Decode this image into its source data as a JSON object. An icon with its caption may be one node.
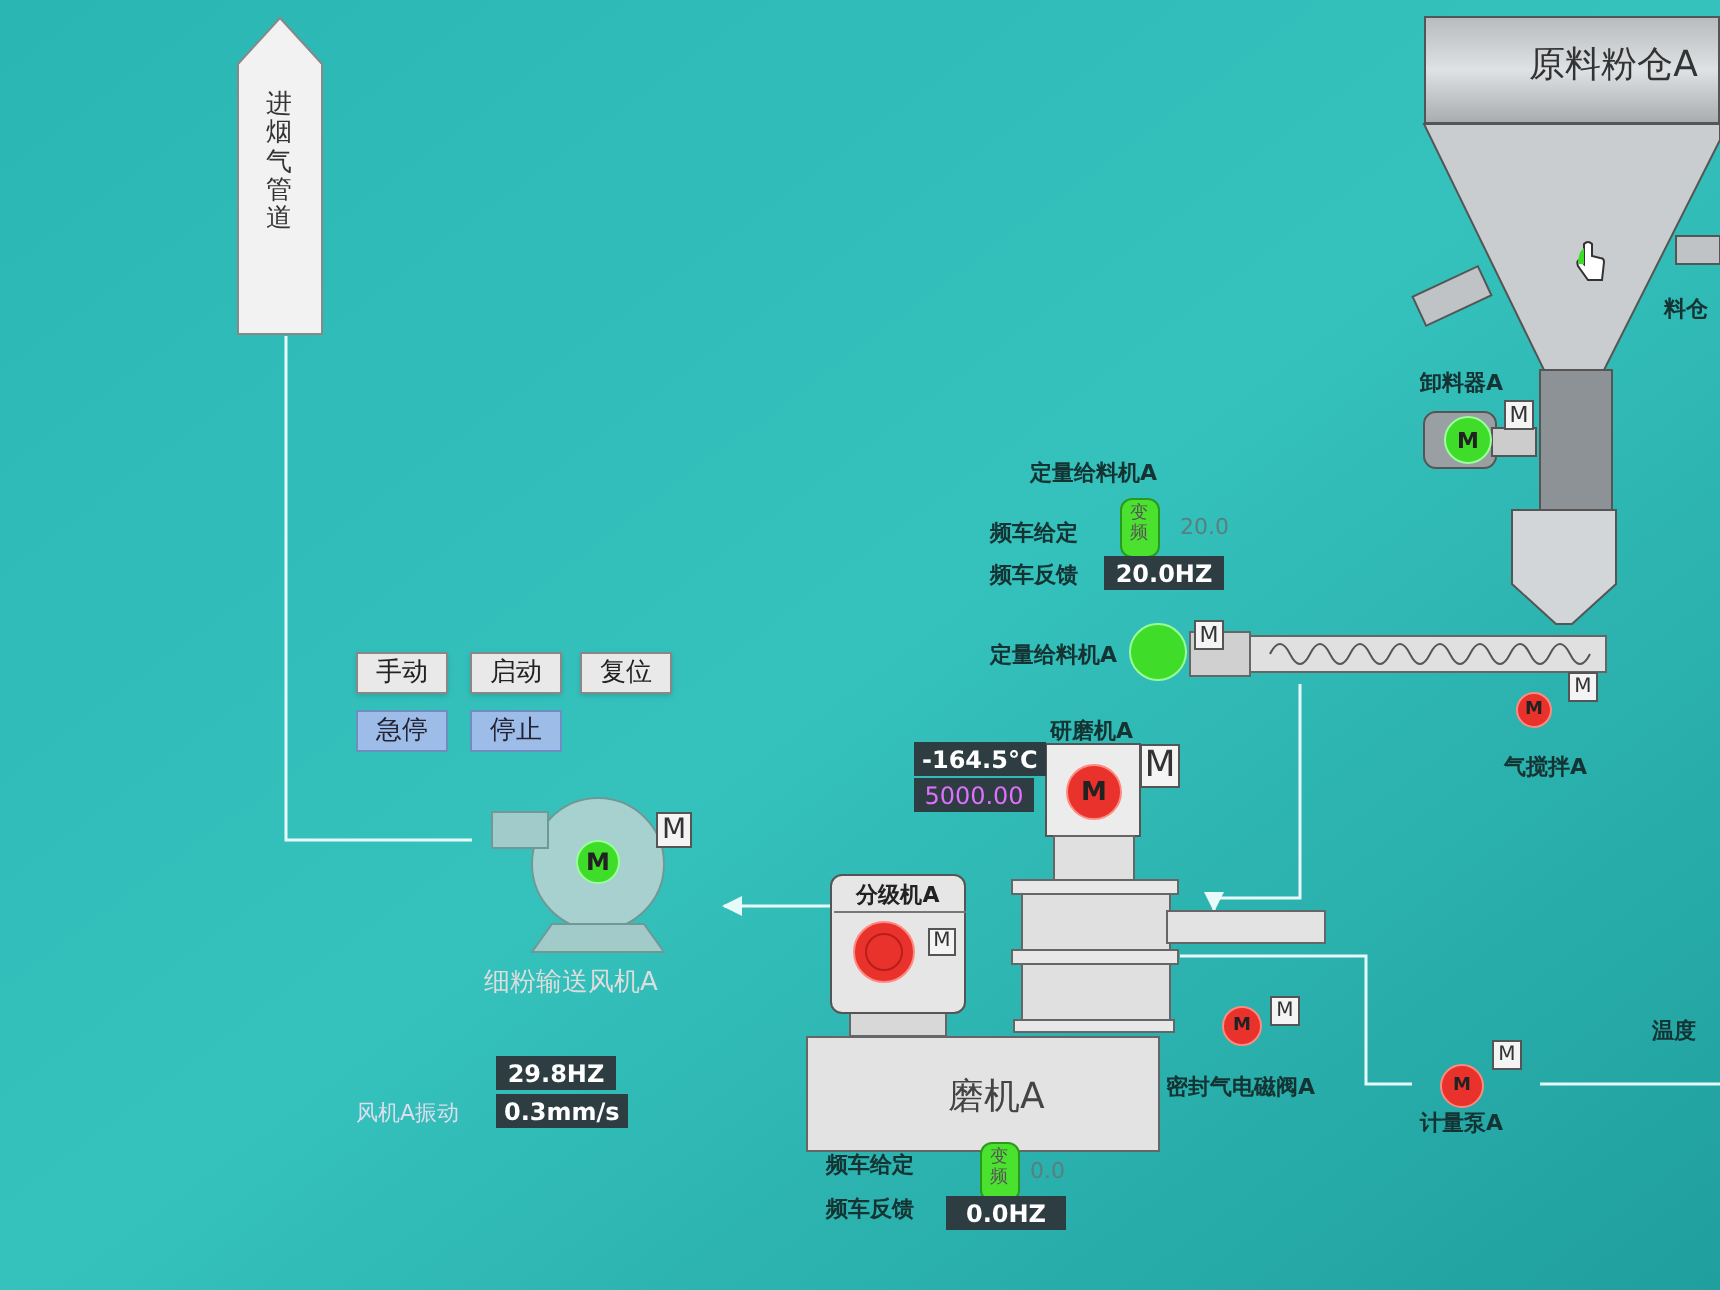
{
  "diagram": {
    "nodes": [
      {
        "text": [
          "进烟气管道"
        ]
      },
      {
        "text": [
          "原料粉仓A"
        ]
      },
      {
        "text": [
          "卸料器A",
          "M",
          "M"
        ]
      },
      {
        "text": [
          "定量给料机A",
          "M"
        ]
      },
      {
        "text": [
          "研磨机A",
          "M",
          "M"
        ]
      },
      {
        "text": [
          "分级机A",
          "M"
        ]
      },
      {
        "text": [
          "磨机A"
        ]
      },
      {
        "text": [
          "M",
          "M",
          "细粉输送风机A"
        ]
      },
      {
        "text": [
          "M",
          "M",
          "气搅拌A"
        ]
      },
      {
        "text": [
          "M",
          "M",
          "密封气电磁阀A"
        ]
      },
      {
        "text": [
          "M",
          "M",
          "计量泵A"
        ]
      },
      {
        "text": [],
        "shape": "box"
      }
    ],
    "edges": [
      {
        "from": 3,
        "to": 11,
        "arrow": "to"
      },
      {
        "from": 4,
        "to": 10,
        "arrow": "none"
      },
      {
        "from": 10,
        "to": null,
        "arrow": "none"
      },
      {
        "from": 5,
        "to": 7,
        "arrow": "to"
      },
      {
        "from": 7,
        "to": 0,
        "arrow": "none"
      }
    ],
    "labels": [
      "手动",
      "启动",
      "复位",
      "急停",
      "停止",
      "定量给料机A",
      "频车给定",
      "变频",
      "20.0",
      "频车反馈",
      "20.0HZ",
      "-164.5°C",
      "5000.00",
      "频车给定",
      "变频",
      "0.0",
      "频车反馈",
      "0.0HZ",
      "29.8HZ",
      "风机A振动",
      "0.3mm/s",
      "料仓",
      "温度"
    ]
  }
}
